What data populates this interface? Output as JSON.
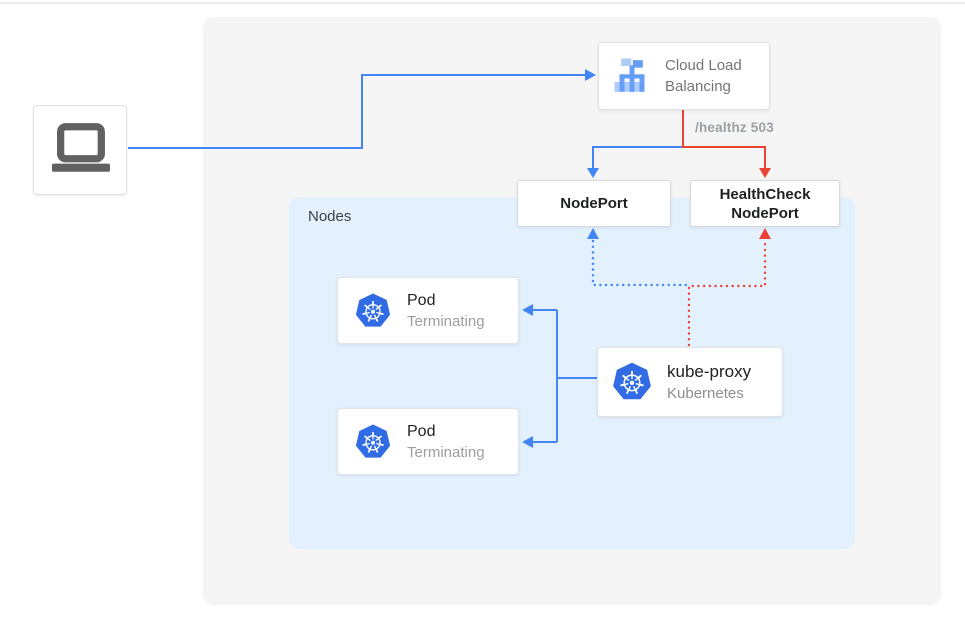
{
  "labels": {
    "healthz": "/healthz 503"
  },
  "nodes_panel": {
    "label": "Nodes"
  },
  "cloud_load_balancing": {
    "lines": [
      "Cloud Load",
      "Balancing"
    ],
    "icon": "cloud-load-balancing-icon"
  },
  "nodeport": {
    "label": "NodePort"
  },
  "healthcheck_nodeport": {
    "lines": [
      "HealthCheck",
      "NodePort"
    ]
  },
  "client": {
    "icon": "laptop-icon"
  },
  "pods": [
    {
      "title": "Pod",
      "status": "Terminating",
      "icon": "kubernetes-icon"
    },
    {
      "title": "Pod",
      "status": "Terminating",
      "icon": "kubernetes-icon"
    }
  ],
  "kube_proxy": {
    "title": "kube-proxy",
    "subtitle": "Kubernetes",
    "icon": "kubernetes-icon"
  },
  "edges": [
    {
      "from": "client-laptop",
      "to": "cloud-load-balancing",
      "style": "solid",
      "color": "blue"
    },
    {
      "from": "cloud-load-balancing",
      "to": "nodeport",
      "style": "solid",
      "color": "blue"
    },
    {
      "from": "cloud-load-balancing",
      "to": "healthcheck-nodeport",
      "style": "solid",
      "color": "red",
      "label": "/healthz 503"
    },
    {
      "from": "kube-proxy",
      "to": "nodeport",
      "style": "dotted",
      "color": "blue"
    },
    {
      "from": "kube-proxy",
      "to": "healthcheck-nodeport",
      "style": "dotted",
      "color": "red"
    },
    {
      "from": "kube-proxy",
      "to": "pod-1",
      "style": "solid",
      "color": "blue"
    },
    {
      "from": "kube-proxy",
      "to": "pod-2",
      "style": "solid",
      "color": "blue"
    }
  ],
  "colors": {
    "blue": "#4285f4",
    "red": "#ea4335",
    "panel_gray": "#f5f5f5",
    "nodes_blue": "#e3f0fd",
    "k8s_blue": "#326ce5",
    "lb_icon_blue": "#669df6",
    "lb_icon_light_blue": "#aecbfa",
    "laptop_gray": "#616161",
    "text_dark": "#212121",
    "text_gray": "#757575",
    "muted_gray": "#9e9e9e"
  }
}
